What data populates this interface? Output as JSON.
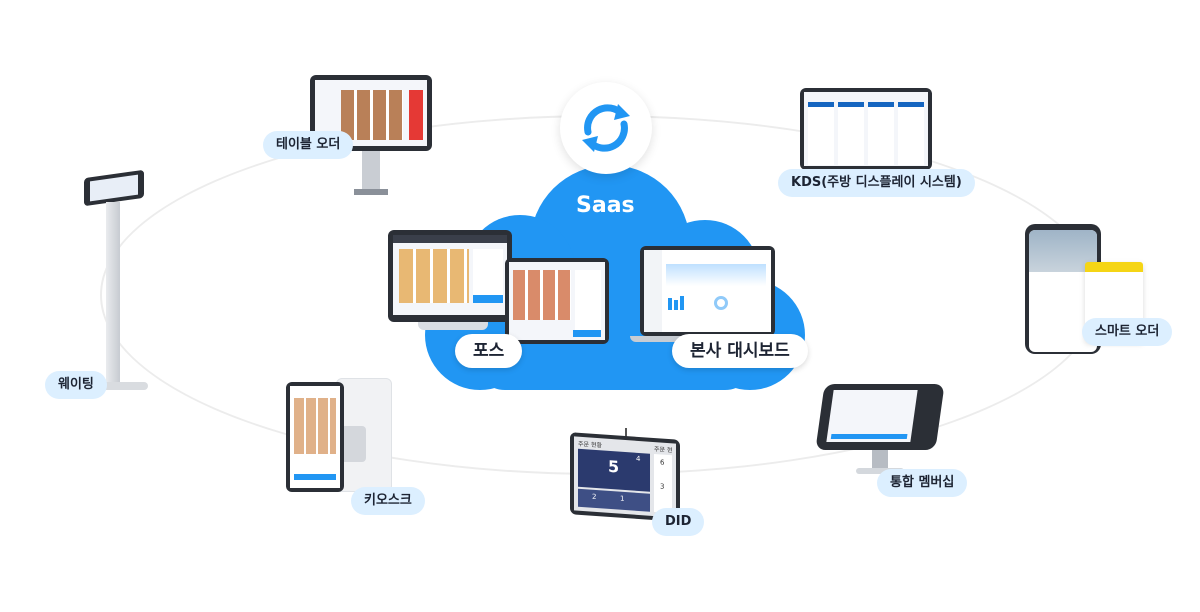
{
  "cloud": {
    "title": "Saas",
    "color": "#2196f3"
  },
  "labels": {
    "table_order": "테이블 오더",
    "kds": "KDS(주방 디스플레이 시스템)",
    "waiting": "웨이팅",
    "smart_order": "스마트 오더",
    "kiosk": "키오스크",
    "did": "DID",
    "membership": "통합 멤버십",
    "pos": "포스",
    "hq_dashboard": "본사 대시보드"
  },
  "icons": {
    "sync": "sync-arrows-icon"
  },
  "colors": {
    "accent": "#2196f3",
    "pill_bg": "#dcefff",
    "ring": "#ececec"
  },
  "did_screen": {
    "title": "주문 현황",
    "side_title": "주문 현황",
    "num_big": "5",
    "num_4": "4",
    "num_2": "2",
    "num_1": "1",
    "num_3": "3",
    "num_6": "6"
  }
}
